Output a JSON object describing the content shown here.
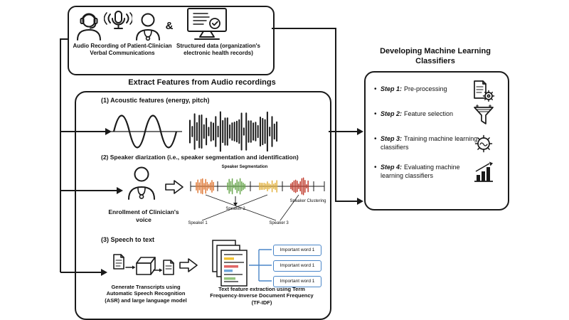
{
  "top_box": {
    "audio_label": "Audio Recording of Patient-Clinician Verbal Communications",
    "ampersand": "&",
    "structured_label": "Structured data (organization's electronic health records)"
  },
  "extract": {
    "title": "Extract Features from Audio recordings",
    "acoustic_label": "(1) Acoustic features (energy, pitch)",
    "diarization_label": "(2) Speaker diarization (i.e., speaker segmentation and identification)",
    "enrollment_label": "Enrollment of Clinician's voice",
    "segmentation_label": "Speaker Segmentation",
    "clustering_label": "Speaker Clustering",
    "speaker1": "Speaker 1",
    "speaker2": "Speaker 2",
    "speaker3": "Speaker 3",
    "speech_label": "(3) Speech to text",
    "transcripts_label": "Generate Transcripts using Automatic Speech Recognition (ASR) and large language model",
    "tfidf_label": "Text feature extraction using Term Frequency-Inverse Document Frequency (TF-IDF)",
    "important_words": [
      "Important word 1",
      "Important word 1",
      "Important word 1"
    ]
  },
  "right": {
    "title": "Developing Machine Learning Classifiers",
    "steps": [
      {
        "label": "Step 1:",
        "text": "Pre-processing",
        "icon": "document-gear-icon"
      },
      {
        "label": "Step 2:",
        "text": "Feature selection",
        "icon": "funnel-icon"
      },
      {
        "label": "Step 3:",
        "text": "Training machine learning classifiers",
        "icon": "gear-icon"
      },
      {
        "label": "Step 4:",
        "text": "Evaluating machine learning classifiers",
        "icon": "bar-chart-icon"
      }
    ]
  },
  "icons": {
    "top_box": [
      "headset-person-icon",
      "microphone-icon",
      "doctor-icon",
      "ehr-monitor-icon"
    ],
    "extract_box": [
      "clinician-icon",
      "arrow-icon",
      "asr-documents-icon",
      "transcript-documents-icon"
    ]
  },
  "colors": {
    "line": "#1a1a1a",
    "tree_blue": "#4a86c8",
    "wave_segment_colors": [
      "#e07b39",
      "#6aa84f",
      "#e3b341",
      "#c0392b"
    ],
    "highlight_yellow": "#f1c232",
    "highlight_red": "#e06666",
    "highlight_blue": "#6fa8dc",
    "highlight_green": "#93c47d"
  }
}
